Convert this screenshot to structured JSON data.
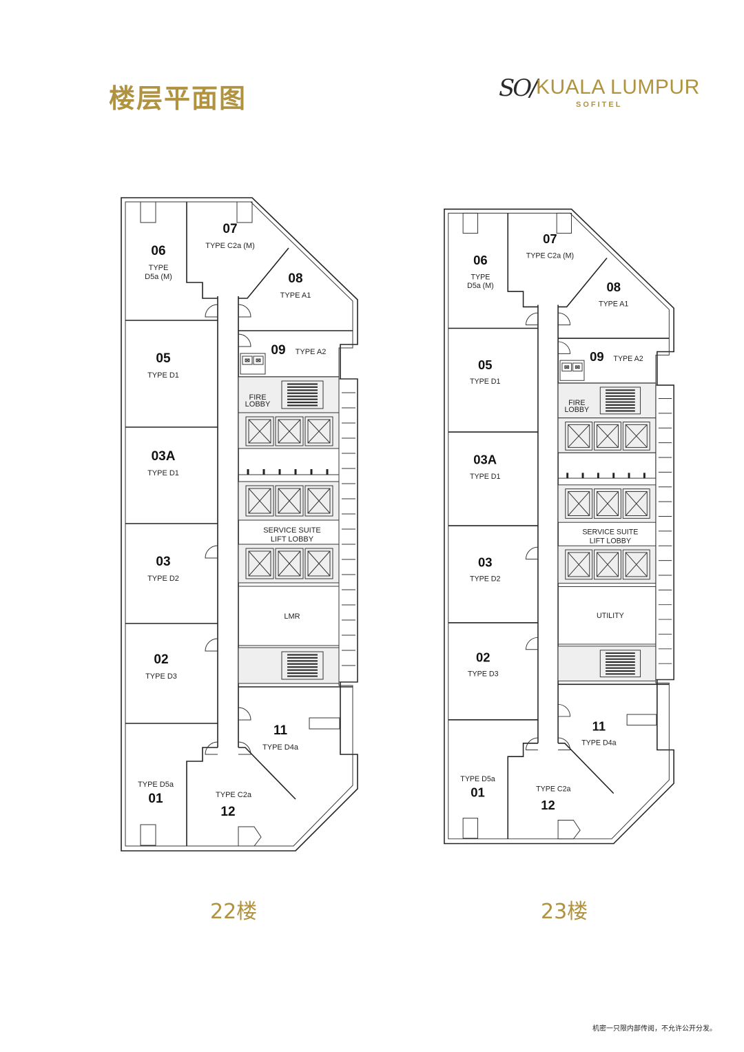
{
  "header": {
    "title": "楼层平面图",
    "brand_script": "SO/",
    "brand_city": "KUALA LUMPUR",
    "brand_sub": "SOFITEL"
  },
  "plans": [
    {
      "floor_label": "22楼",
      "units": [
        {
          "num": "06",
          "type": "TYPE",
          "type2": "D5a (M)"
        },
        {
          "num": "07",
          "type": "TYPE C2a (M)"
        },
        {
          "num": "08",
          "type": "TYPE A1"
        },
        {
          "num": "09",
          "type": "TYPE A2"
        },
        {
          "num": "05",
          "type": "TYPE D1"
        },
        {
          "num": "03A",
          "type": "TYPE D1"
        },
        {
          "num": "03",
          "type": "TYPE D2"
        },
        {
          "num": "02",
          "type": "TYPE D3"
        },
        {
          "num": "11",
          "type": "TYPE D4a"
        },
        {
          "num": "01",
          "type": "TYPE D5a"
        },
        {
          "num": "12",
          "type": "TYPE C2a"
        }
      ],
      "core": {
        "fire_lobby": [
          "FIRE",
          "LOBBY"
        ],
        "lift_lobby": [
          "SERVICE SUITE",
          "LIFT LOBBY"
        ],
        "room": "LMR"
      }
    },
    {
      "floor_label": "23楼",
      "units": [
        {
          "num": "06",
          "type": "TYPE",
          "type2": "D5a (M)"
        },
        {
          "num": "07",
          "type": "TYPE C2a (M)"
        },
        {
          "num": "08",
          "type": "TYPE A1"
        },
        {
          "num": "09",
          "type": "TYPE A2"
        },
        {
          "num": "05",
          "type": "TYPE D1"
        },
        {
          "num": "03A",
          "type": "TYPE D1"
        },
        {
          "num": "03",
          "type": "TYPE D2"
        },
        {
          "num": "02",
          "type": "TYPE D3"
        },
        {
          "num": "11",
          "type": "TYPE D4a"
        },
        {
          "num": "01",
          "type": "TYPE D5a"
        },
        {
          "num": "12",
          "type": "TYPE C2a"
        }
      ],
      "core": {
        "fire_lobby": [
          "FIRE",
          "LOBBY"
        ],
        "lift_lobby": [
          "SERVICE SUITE",
          "LIFT LOBBY"
        ],
        "room": "UTILITY"
      }
    }
  ],
  "footer": {
    "note": "机密一只限内部传阅，不允许公开分发。"
  }
}
